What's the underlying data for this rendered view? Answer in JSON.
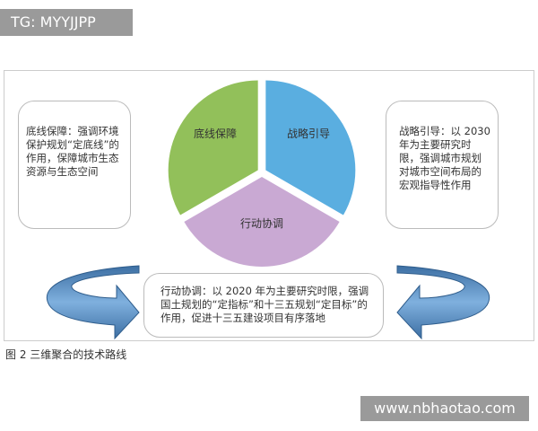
{
  "watermark_top": "TG: MYYJJPP",
  "watermark_bottom": "www.nbhaotao.com",
  "pie": {
    "segments": [
      {
        "label": "底线保障",
        "color": "#92c05a"
      },
      {
        "label": "战略引导",
        "color": "#5aaee0"
      },
      {
        "label": "行动协调",
        "color": "#c9a9d3"
      }
    ]
  },
  "boxes": {
    "left": "底线保障：强调环境保护规划“定底线”的作用，保障城市生态资源与生态空间",
    "right": "战略引导：以 2030 年为主要研究时限，强调城市规划对城市空间布局的宏观指导性作用",
    "bottom": "行动协调：以 2020 年为主要研究时限，强调国土规划的“定指标”和十三五规划“定目标”的作用，促进十三五建设项目有序落地"
  },
  "caption": "图 2  三维聚合的技术路线",
  "arrow_color": "#4a7fb5"
}
